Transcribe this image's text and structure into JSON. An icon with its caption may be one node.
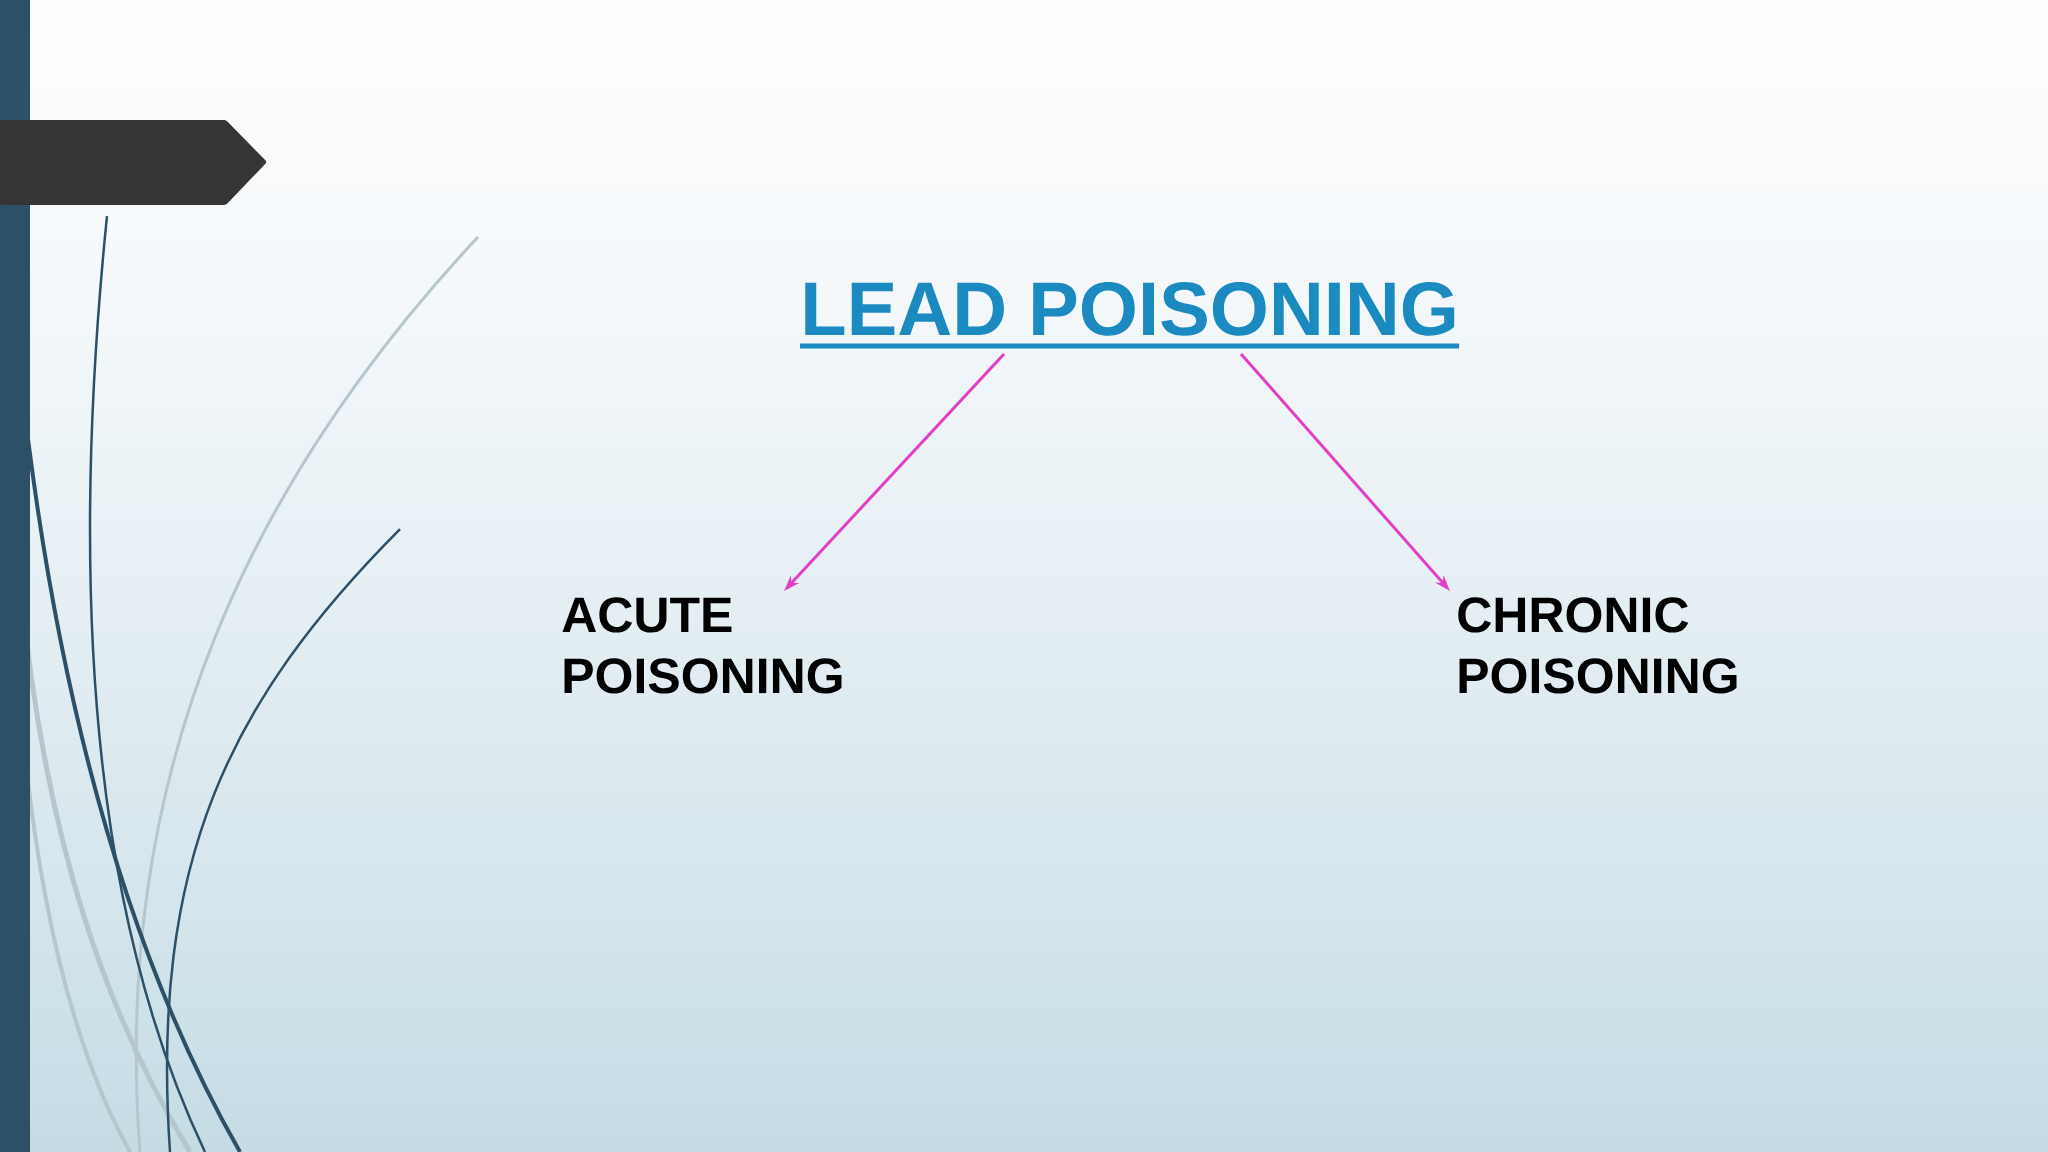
{
  "diagram": {
    "nodes": [
      {
        "text": [
          "LEAD POISONING"
        ]
      },
      {
        "text": [
          "ACUTE POISONING"
        ]
      },
      {
        "text": [
          "CHRONIC POISONING"
        ]
      }
    ],
    "edges": [
      {
        "from": 0,
        "to": 1,
        "arrow": "to"
      },
      {
        "from": 0,
        "to": 2,
        "arrow": "to"
      }
    ]
  }
}
